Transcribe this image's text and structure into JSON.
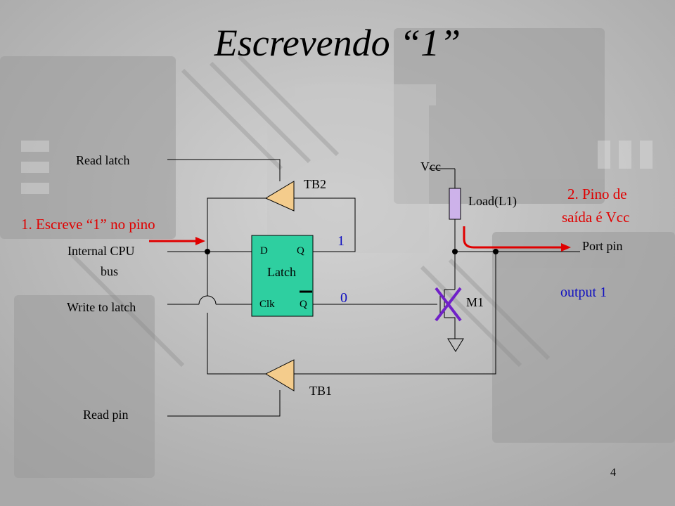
{
  "slide": {
    "title": "Escrevendo “1”",
    "page_number": "4"
  },
  "diagram": {
    "labels": {
      "read_latch": "Read latch",
      "internal_cpu_line1": "Internal CPU",
      "internal_cpu_line2": "bus",
      "write_to_latch": "Write to latch",
      "read_pin": "Read pin",
      "tb2": "TB2",
      "tb1": "TB1",
      "latch": "Latch",
      "latch_d": "D",
      "latch_q": "Q",
      "latch_clk": "Clk",
      "latch_qbar": "Q",
      "q_value": "1",
      "qbar_value": "0",
      "vcc": "Vcc",
      "load": "Load(L1)",
      "m1": "M1",
      "port_pin": "Port pin"
    },
    "annotations": {
      "step1": "1. Escreve “1” no pino",
      "step2_line1": "2. Pino de",
      "step2_line2": "saída é Vcc",
      "output": "output 1"
    },
    "colors": {
      "latch_fill": "#2ecfa0",
      "buffer_fill": "#f4cc8c",
      "load_fill": "#cdb2ea",
      "annotation_red": "#e00000",
      "annotation_blue": "#1010c0",
      "cross_purple": "#7020c8"
    }
  }
}
